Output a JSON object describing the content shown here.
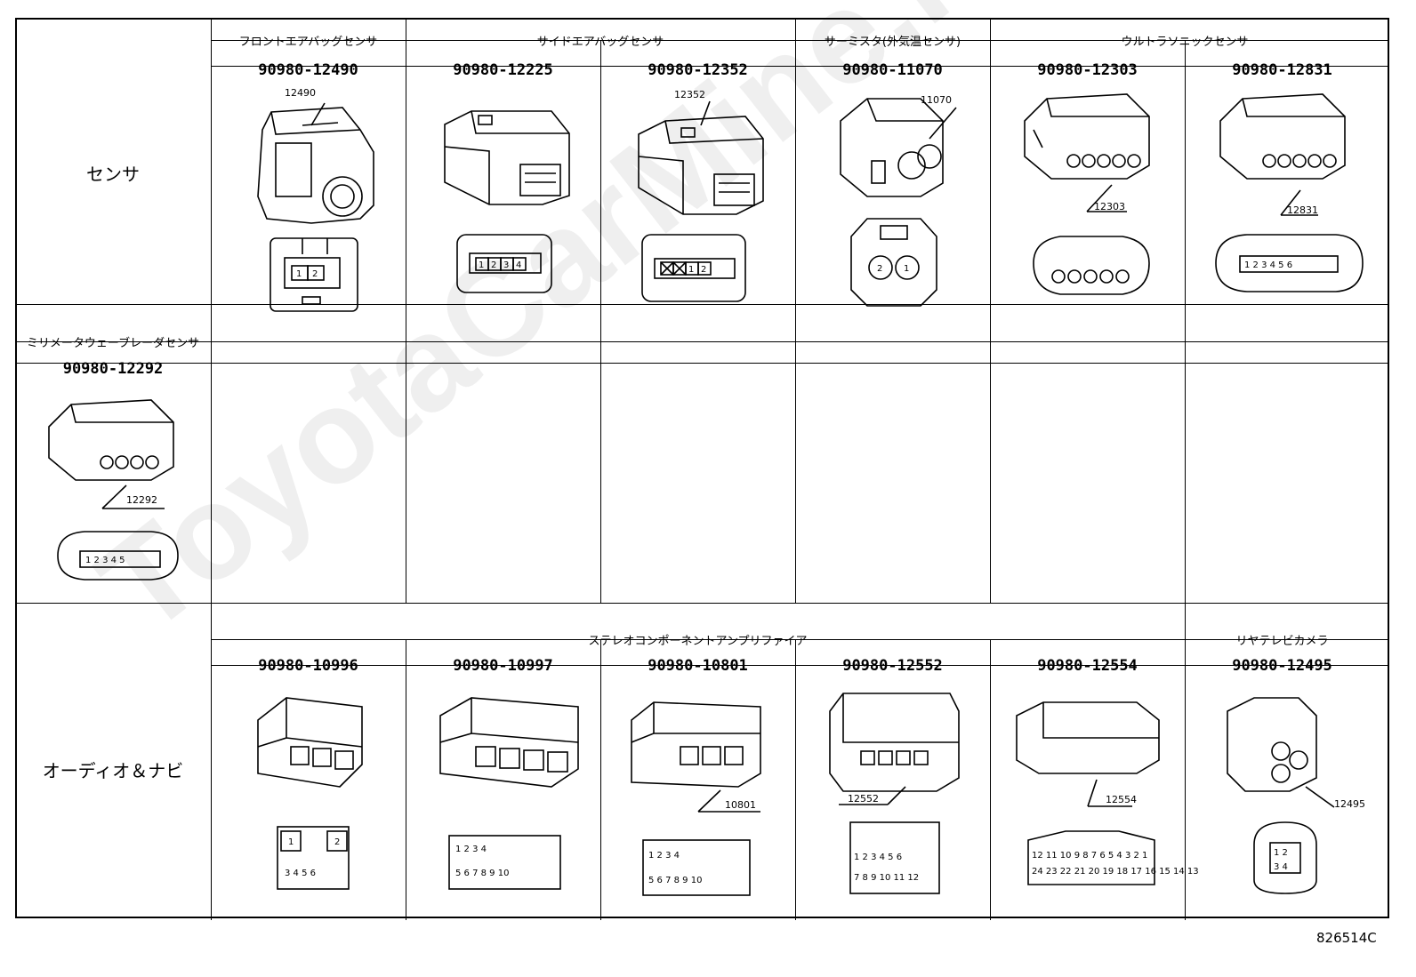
{
  "watermark": "ToyotaCarMine.ru",
  "figure_code": "826514C",
  "sections": {
    "sensor": {
      "label": "センサ",
      "groups": {
        "front_airbag": "フロントエアバッグセンサ",
        "side_airbag": "サイドエアバッグセンサ",
        "thermistor": "サーミスタ(外気温センサ)",
        "ultrasonic": "ウルトラソニックセンサ",
        "millimeter_wave": "ミリメータウェーブレーダセンサ"
      },
      "parts": {
        "p12490": "90980-12490",
        "p12225": "90980-12225",
        "p12352": "90980-12352",
        "p11070": "90980-11070",
        "p12303": "90980-12303",
        "p12831": "90980-12831",
        "p12292": "90980-12292"
      },
      "refs": {
        "r12490": "12490",
        "r12352": "12352",
        "r11070": "11070",
        "r12303": "12303",
        "r12831": "12831",
        "r12292": "12292"
      }
    },
    "audio": {
      "label": "オーディオ＆ナビ",
      "groups": {
        "stereo_amp": "ステレオコンポーネントアンプリファイア",
        "rear_camera": "リヤテレビカメラ"
      },
      "parts": {
        "p10996": "90980-10996",
        "p10997": "90980-10997",
        "p10801": "90980-10801",
        "p12552": "90980-12552",
        "p12554": "90980-12554",
        "p12495": "90980-12495"
      },
      "refs": {
        "r10801": "10801",
        "r12552": "12552",
        "r12554": "12554",
        "r12495": "12495"
      }
    }
  }
}
